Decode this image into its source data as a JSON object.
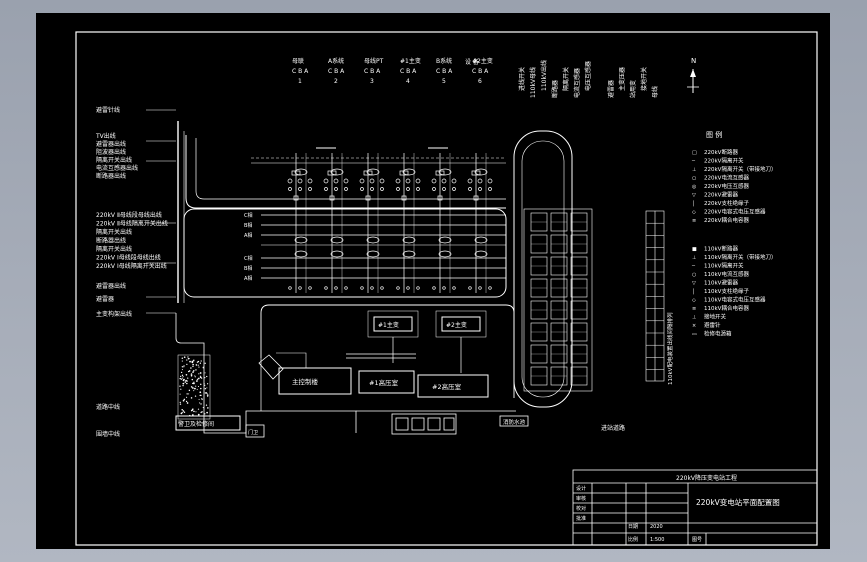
{
  "title_block": {
    "project": "220kV降压变电站工程",
    "drawing_title": "220kV变电站平面配置图",
    "scale_label": "比例",
    "scale_value": "1:500",
    "rows": [
      "设计",
      "审核",
      "校对",
      "批准"
    ],
    "cols": [
      "日期",
      "图号"
    ],
    "date_value": "2020"
  },
  "bay_headers": {
    "labels": [
      "母联",
      "A系统",
      "母线PT",
      "#1主变",
      "B系统",
      "#2主变"
    ],
    "phases": "C B A",
    "numbers": [
      "1",
      "2",
      "3",
      "4",
      "5",
      "6"
    ],
    "extra_label": "设 备"
  },
  "vertical_headers": [
    "进线开关",
    "110kV母线",
    "110kV出线",
    "断路器",
    "隔离开关",
    "电流互感器",
    "电压互感器",
    "避雷器",
    "主变压器",
    "站用变",
    "接地开关",
    "母线"
  ],
  "north_label": "N",
  "left_labels_top": [
    "避雷针线",
    "TV出线",
    "避雷器出线",
    "阻波器出线",
    "隔离开关出线",
    "电流互感器出线",
    "断路器出线"
  ],
  "left_labels_mid": [
    "220kV Ⅱ母线段母线出线",
    "220kV Ⅱ母线隔离开关出线",
    "隔离开关出线",
    "断路器出线",
    "隔离开关出线",
    "220kV Ⅰ母线段母线出线",
    "220kV Ⅰ母线隔离开关出线"
  ],
  "left_labels_bot": [
    "避雷器出线",
    "避雷器",
    "主变构架出线",
    "道路中线",
    "围墙中线"
  ],
  "bus_labels": [
    "C相",
    "B相",
    "A相",
    "C相",
    "B相",
    "A相"
  ],
  "buildings": {
    "transformer1": "#1主变",
    "transformer2": "#2主变",
    "control_room": "主控制楼",
    "hv_room1": "#1高压室",
    "hv_room2": "#2高压室",
    "guard_room": "警卫及检修间",
    "water_pump": "消防水池",
    "road": "进站道路",
    "small_box": "门卫"
  },
  "legend": {
    "title": "图  例",
    "items": [
      "220kV断路器",
      "220kV隔离开关",
      "220kV隔离开关（带接地刀）",
      "220kV电流互感器",
      "220kV电压互感器",
      "220kV避雷器",
      "220kV支柱绝缘子",
      "220kV电容式电压互感器",
      "220kV耦合电容器",
      "110kV断路器",
      "110kV隔离开关（带接地刀）",
      "110kV隔离开关",
      "110kV电流互感器",
      "110kV避雷器",
      "110kV支柱绝缘子",
      "110kV电容式电压互感器",
      "110kV耦合电容器",
      "接地开关",
      "避雷针",
      "检修电源箱"
    ],
    "side_text": "110kV配电装置出线间隔排列"
  }
}
